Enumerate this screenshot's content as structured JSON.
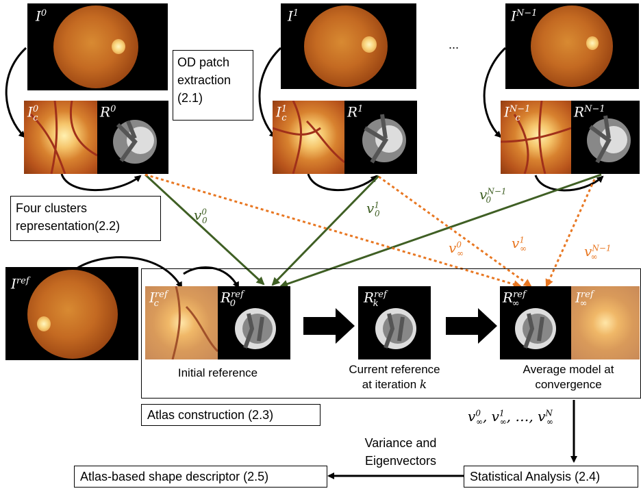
{
  "images": {
    "i0": {
      "base": "I",
      "sup": "0"
    },
    "i1": {
      "base": "I",
      "sup": "1"
    },
    "iN": {
      "base": "I",
      "sup": "N−1"
    },
    "ic0": {
      "base": "I",
      "sup": "0",
      "sub": "c"
    },
    "r0": {
      "base": "R",
      "sup": "0"
    },
    "ic1": {
      "base": "I",
      "sup": "1",
      "sub": "c"
    },
    "r1": {
      "base": "R",
      "sup": "1"
    },
    "icN": {
      "base": "I",
      "sup": "N−1",
      "sub": "c"
    },
    "rN": {
      "base": "R",
      "sup": "N−1"
    },
    "iref": {
      "base": "I",
      "sup": "ref"
    },
    "icref": {
      "base": "I",
      "sup": "ref",
      "sub": "c"
    },
    "r0ref": {
      "base": "R",
      "sup": "ref",
      "sub": "0"
    },
    "rkref": {
      "base": "R",
      "sup": "ref",
      "sub": "k"
    },
    "rinfref": {
      "base": "R",
      "sup": "ref",
      "sub": "∞"
    },
    "iinfref": {
      "base": "I",
      "sup": "ref",
      "sub": "∞"
    }
  },
  "ellipsis": "...",
  "boxes": {
    "od_patch": [
      "OD patch",
      "extraction",
      "(2.1)"
    ],
    "four_clusters": [
      "Four clusters",
      "representation(2.2)"
    ],
    "atlas_construction": "Atlas construction (2.3)",
    "statistical_analysis": "Statistical Analysis (2.4)",
    "shape_descriptor": "Atlas-based shape descriptor (2.5)"
  },
  "captions": {
    "initial_reference": "Initial reference",
    "current_reference": [
      "Current reference",
      "at iteration"
    ],
    "current_reference_k": "k",
    "average_model": [
      "Average model at",
      "convergence"
    ]
  },
  "arrow_labels": {
    "v0_0": {
      "base": "v",
      "sup": "0",
      "sub": "0"
    },
    "v0_1": {
      "base": "v",
      "sup": "1",
      "sub": "0"
    },
    "v0_N": {
      "base": "v",
      "sup": "N−1",
      "sub": "0"
    },
    "vinf_0": {
      "base": "v",
      "sup": "0",
      "sub": "∞"
    },
    "vinf_1": {
      "base": "v",
      "sup": "1",
      "sub": "∞"
    },
    "vinf_N": {
      "base": "v",
      "sup": "N−1",
      "sub": "∞"
    }
  },
  "vector_list": {
    "items": [
      {
        "sup": "0"
      },
      {
        "sup": "1"
      },
      {
        "sup": "N"
      }
    ],
    "sub": "∞",
    "base": "v",
    "sep": ", ",
    "dots": "…"
  },
  "variance_label": [
    "Variance and",
    "Eigenvectors"
  ],
  "colors": {
    "green": "#3f5f24",
    "orange": "#e87722",
    "black": "#000000"
  }
}
